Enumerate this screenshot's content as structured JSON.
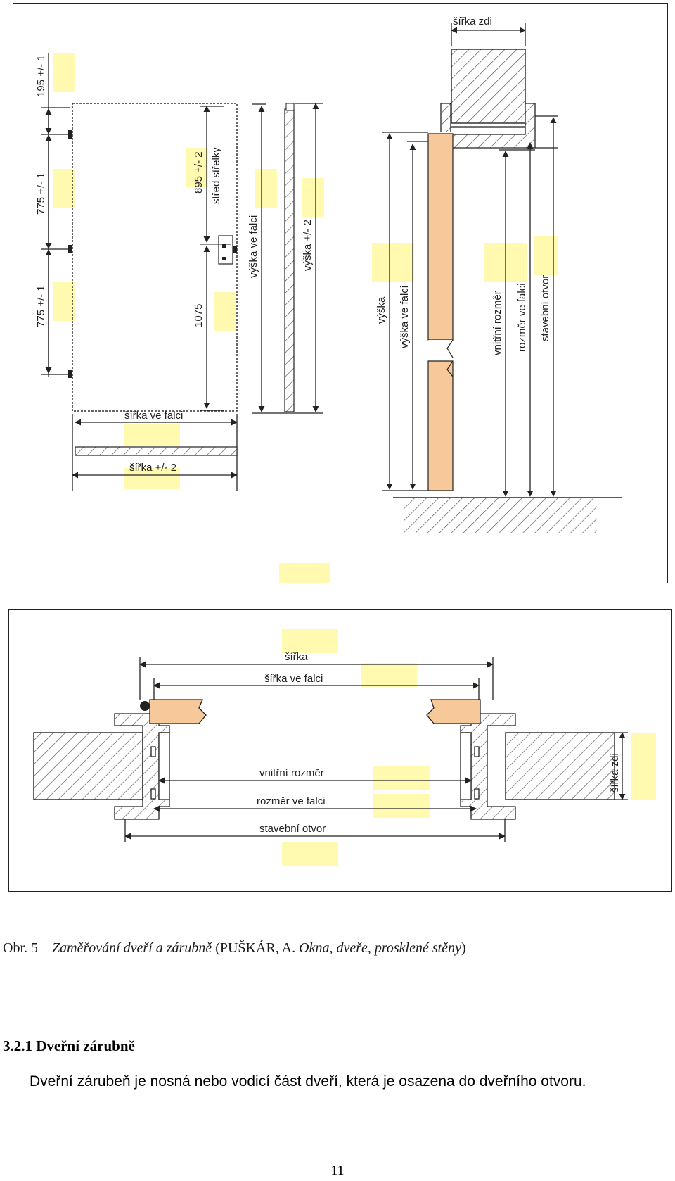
{
  "figure1": {
    "labels": {
      "sirka_zdi": "šířka zdi",
      "dim_195": "195 +/- 1",
      "dim_775_top": "775 +/- 1",
      "dim_775_bottom": "775 +/- 1",
      "dim_895": "895 +/- 2",
      "stred_strelky": "střed střelky",
      "dim_1075": "1075",
      "vyska_ve_falci_left": "výška ve falci",
      "vyska_pm2": "výška +/- 2",
      "sirka_ve_falci": "šířka ve falci",
      "sirka_pm2": "šířka +/- 2",
      "vyska": "výška",
      "vyska_ve_falci_right": "výška ve falci",
      "vnitrni_rozmer": "vnitřní rozměr",
      "rozmer_ve_falci": "rozměr ve falci",
      "stavebni_otvor": "stavební otvor"
    }
  },
  "figure2": {
    "labels": {
      "sirka": "šířka",
      "sirka_ve_falci": "šířka ve falci",
      "vnitrni_rozmer": "vnitřní rozměr",
      "rozmer_ve_falci": "rozměr ve falci",
      "stavebni_otvor": "stavební otvor",
      "sirka_zdi": "šířka zdi"
    }
  },
  "caption": {
    "prefix": "Obr. 5 – ",
    "title": "Zaměřování dveří a zárubně",
    "source_open": " (PUŠKÁR, A. ",
    "source_title": "Okna, dveře, prosklené stěny",
    "source_close": ")"
  },
  "section": {
    "heading": "3.2.1 Dveřní zárubně",
    "paragraph": "Dveřní zárubeň je nosná nebo vodicí část dveří, která je osazena do dveřního otvoru."
  },
  "page_number": "11",
  "colors": {
    "highlight": "#fffab0",
    "wood": "#f7c99a",
    "line": "#222222"
  }
}
